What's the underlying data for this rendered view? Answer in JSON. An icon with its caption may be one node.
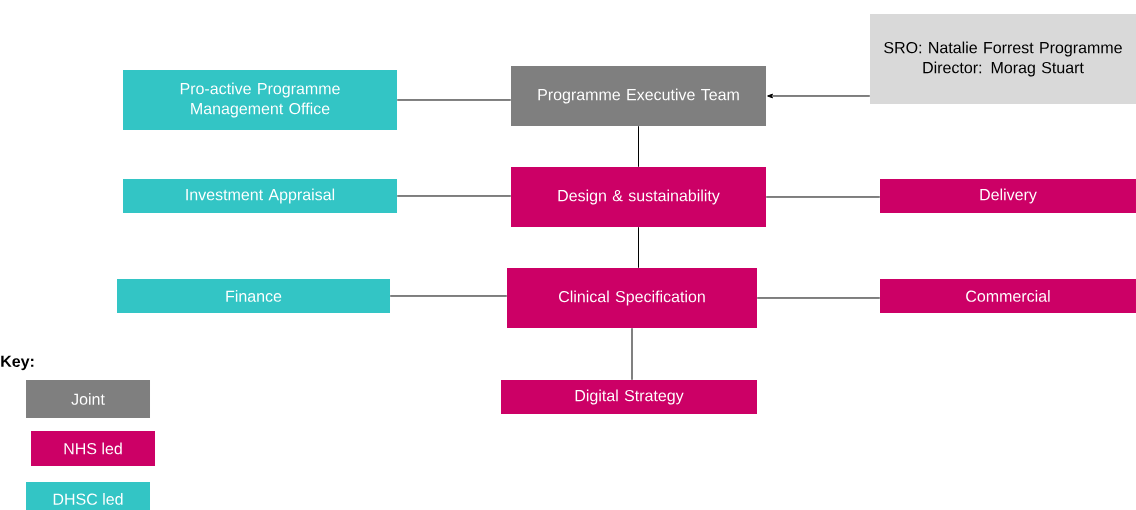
{
  "diagram": {
    "nodes": [
      {
        "text": [
          "SRO: Natalie Forrest Programme Director: Morag Stuart"
        ]
      },
      {
        "text": [
          "Pro-active Programme Management Office"
        ]
      },
      {
        "text": [
          "Programme Executive Team"
        ]
      },
      {
        "text": [
          "Investment Appraisal"
        ]
      },
      {
        "text": [
          "Design & sustainability"
        ]
      },
      {
        "text": [
          "Delivery"
        ]
      },
      {
        "text": [
          "Finance"
        ]
      },
      {
        "text": [
          "Clinical Specification"
        ]
      },
      {
        "text": [
          "Commercial"
        ]
      },
      {
        "text": [
          "Digital Strategy"
        ]
      }
    ],
    "edges": [
      {
        "from": 0,
        "to": 2,
        "arrow": "to"
      },
      {
        "from": 1,
        "to": 2,
        "arrow": "none"
      },
      {
        "from": 2,
        "to": 4,
        "arrow": "none"
      },
      {
        "from": 3,
        "to": 4,
        "arrow": "none"
      },
      {
        "from": 4,
        "to": 5,
        "arrow": "none"
      },
      {
        "from": 4,
        "to": 7,
        "arrow": "none"
      },
      {
        "from": 6,
        "to": 7,
        "arrow": "none"
      },
      {
        "from": 7,
        "to": 8,
        "arrow": "none"
      },
      {
        "from": 7,
        "to": 9,
        "arrow": "none"
      }
    ],
    "labels": [
      "Key:"
    ],
    "legend": [
      {
        "text": "Joint",
        "color": "#7f7f7f"
      },
      {
        "text": "NHS led",
        "color": "#cc0066"
      },
      {
        "text": "DHSC led",
        "color": "#33c5c5"
      }
    ]
  }
}
